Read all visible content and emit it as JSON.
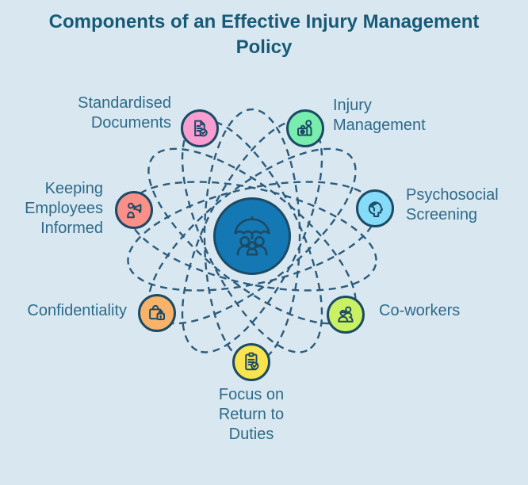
{
  "title": {
    "text": "Components of an Effective Injury Management Policy"
  },
  "colors": {
    "background": "#d9e8f0",
    "title_text": "#175a78",
    "label_text": "#2e6a8a",
    "orbit_line": "#2b5b7d",
    "node_border": "#1c4b66",
    "hub_fill": "#1478b5"
  },
  "hub": {
    "icon": "umbrella-family-icon",
    "fill": "#1478b5"
  },
  "nodes": [
    {
      "id": "standardised-documents",
      "label": "Standardised Documents",
      "color": "#fa9ed2",
      "icon": "document-check-icon"
    },
    {
      "id": "injury-management",
      "label": "Injury Management",
      "color": "#79edae",
      "icon": "injured-worker-icon"
    },
    {
      "id": "psychosocial-screening",
      "label": "Psychosocial Screening",
      "color": "#85dbf8",
      "icon": "mind-profile-icon"
    },
    {
      "id": "co-workers",
      "label": "Co-workers",
      "color": "#c9f163",
      "icon": "people-group-icon"
    },
    {
      "id": "focus-on-return-to-duties",
      "label": "Focus on Return to Duties",
      "color": "#f8e44e",
      "icon": "clipboard-check-icon"
    },
    {
      "id": "confidentiality",
      "label": "Confidentiality",
      "color": "#f8b36a",
      "icon": "locked-bag-icon"
    },
    {
      "id": "keeping-employees-informed",
      "label": "Keeping Employees Informed",
      "color": "#fb9089",
      "icon": "announcement-icon"
    }
  ]
}
